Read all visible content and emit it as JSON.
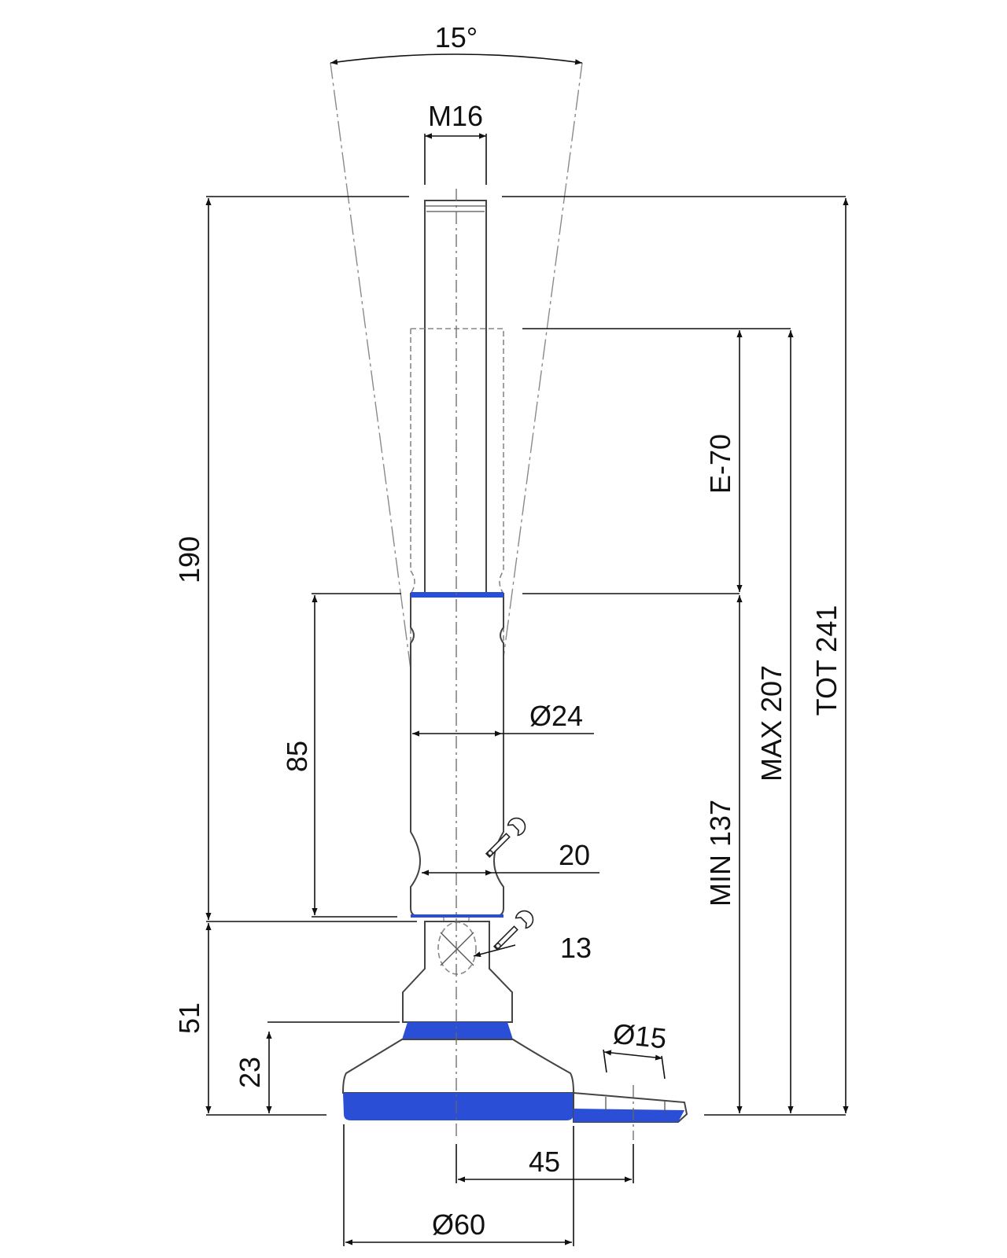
{
  "drawing": {
    "accent_color": "#2a4fd6",
    "labels": {
      "angle": "15°",
      "thread": "M16",
      "height_190": "190",
      "adjust": "E-70",
      "total": "TOT 241",
      "max": "MAX 207",
      "min": "MIN 137",
      "body_85": "85",
      "diameter_24": "Ø24",
      "wrench_20": "20",
      "wrench_13": "13",
      "height_51": "51",
      "height_23": "23",
      "hole_15": "Ø15",
      "offset_45": "45",
      "base_60": "Ø60"
    }
  }
}
